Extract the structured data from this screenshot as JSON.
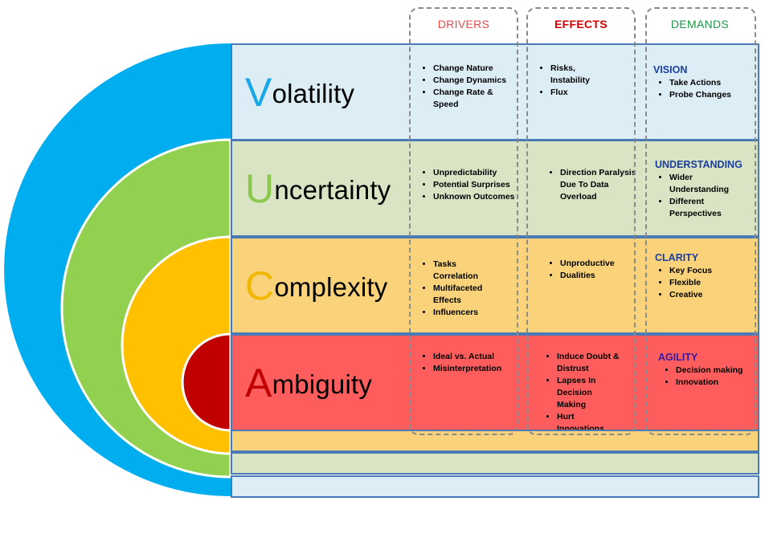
{
  "headers": {
    "drivers": "DRIVERS",
    "effects": "EFFECTS",
    "demands": "DEMANDS"
  },
  "colors": {
    "outer_arc": "#00adee",
    "second_arc": "#92d050",
    "third_arc": "#ffc000",
    "inner_arc": "#c00000",
    "drivers_header": "#e84848",
    "effects_header": "#d80000",
    "demands_header": "#1a9a48",
    "volatility_letter": "#1aa7e8",
    "uncertainty_letter": "#8cc84a",
    "complexity_letter": "#f0b800",
    "ambiguity_letter": "#c00000",
    "volatility_band": "#dcedf6",
    "uncertainty_band": "#d9e4c4",
    "complexity_band": "#f9d27a",
    "ambiguity_band": "#fd5e5d"
  },
  "rows": [
    {
      "first_letter": "V",
      "rest": "olatility",
      "drivers": [
        "Change Nature",
        "Change Dynamics",
        "Change Rate & Speed"
      ],
      "effects": [
        "Risks, Instability",
        "Flux"
      ],
      "demand_title": "VISION",
      "demands": [
        "Take Actions",
        "Probe Changes"
      ]
    },
    {
      "first_letter": "U",
      "rest": "ncertainty",
      "drivers": [
        "Unpredictability",
        "Potential Surprises",
        "Unknown Outcomes"
      ],
      "effects": [
        "Direction Paralysis Due To Data Overload"
      ],
      "demand_title": "UNDERSTANDING",
      "demands": [
        "Wider Understanding",
        "Different Perspectives"
      ]
    },
    {
      "first_letter": "C",
      "rest": "omplexity",
      "drivers": [
        "Tasks Correlation",
        "Multifaceted Effects",
        "Influencers"
      ],
      "effects": [
        "Unproductive",
        "Dualities"
      ],
      "demand_title": "CLARITY",
      "demands": [
        "Key Focus",
        "Flexible",
        "Creative"
      ]
    },
    {
      "first_letter": "A",
      "rest": "mbiguity",
      "drivers": [
        "Ideal vs. Actual",
        "Misinterpretation"
      ],
      "effects": [
        "Induce Doubt & Distrust",
        "Lapses In Decision Making",
        "Hurt Innovations"
      ],
      "demand_title": "AGILITY",
      "demands": [
        "Decision making",
        "Innovation"
      ]
    }
  ]
}
